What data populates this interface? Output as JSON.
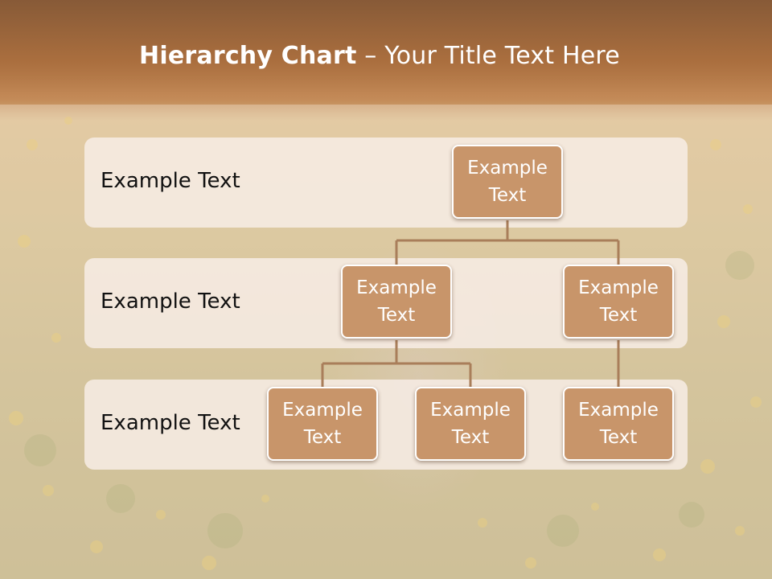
{
  "slide": {
    "title_bold": "Hierarchy Chart",
    "title_rest": " – Your Title Text Here"
  },
  "rows": [
    {
      "label": "Example Text"
    },
    {
      "label": "Example Text"
    },
    {
      "label": "Example Text"
    }
  ],
  "nodes": {
    "root": "Example Text",
    "level2_left": "Example Text",
    "level2_right": "Example Text",
    "level3_a": "Example Text",
    "level3_b": "Example Text",
    "level3_c": "Example Text"
  },
  "colors": {
    "node_fill": "#c8956a",
    "node_border": "#ffffff",
    "connector": "#a97e5a",
    "row_fill": "#f6ece4"
  }
}
